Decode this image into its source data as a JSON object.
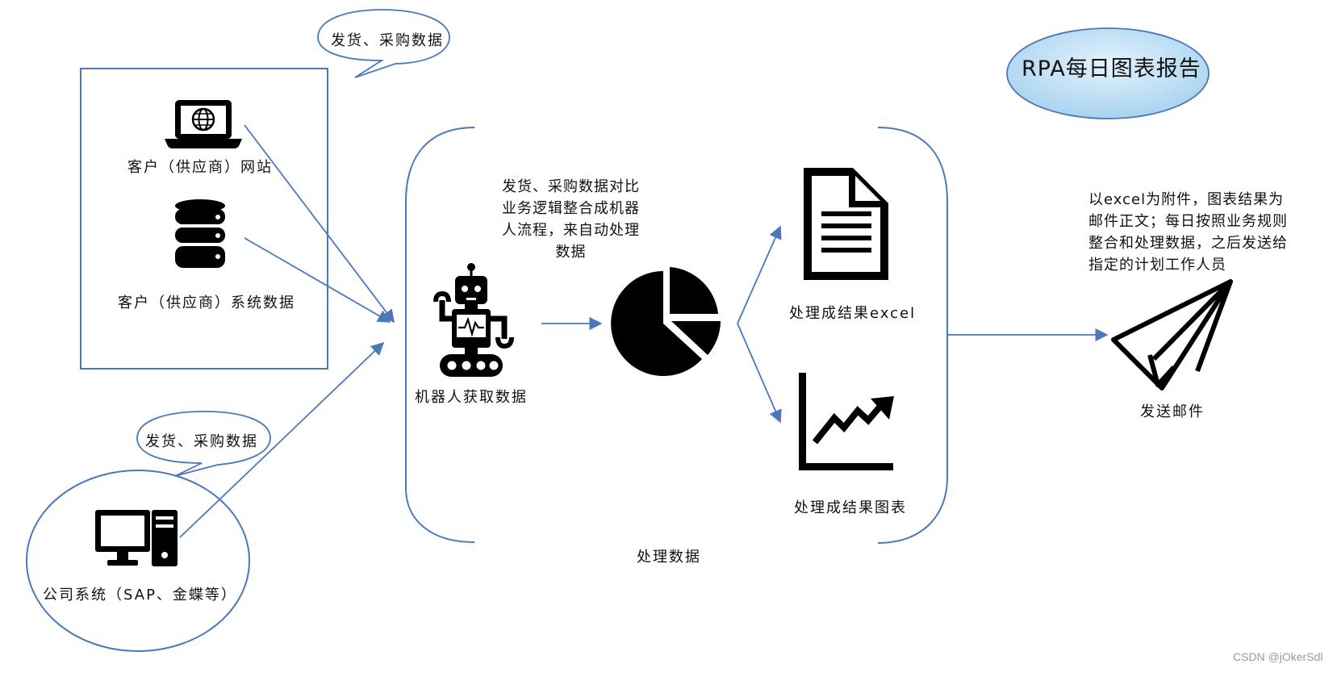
{
  "title": "RPA每日图表报告",
  "bubbles": {
    "top": "发货、采购数据",
    "bottom": "发货、采购数据"
  },
  "sources": {
    "website": "客户（供应商）网站",
    "system_data": "客户（供应商）系统数据",
    "company": "公司系统（SAP、金蝶等）"
  },
  "process": {
    "description": "发货、采购数据对比\n业务逻辑整合成机器\n人流程，来自动处理\n数据",
    "robot_label": "机器人获取数据",
    "group_label": "处理数据",
    "excel_label": "处理成结果excel",
    "chart_label": "处理成结果图表"
  },
  "output": {
    "description": "以excel为附件，图表结果为\n邮件正文；每日按照业务规则\n整合和处理数据，之后发送给\n指定的计划工作人员",
    "send_label": "发送邮件"
  },
  "watermark": "CSDN @jOkerSdl",
  "colors": {
    "line": "#4a78b8",
    "icon": "#000000",
    "title_fill": "#bfe0f5",
    "title_stroke": "#4a78b8"
  },
  "icons": {
    "website": "laptop-globe-icon",
    "database": "database-icon",
    "company": "desktop-computer-icon",
    "robot": "robot-icon",
    "pie": "pie-chart-icon",
    "excel": "document-icon",
    "chart": "line-chart-icon",
    "send": "paper-plane-icon"
  }
}
